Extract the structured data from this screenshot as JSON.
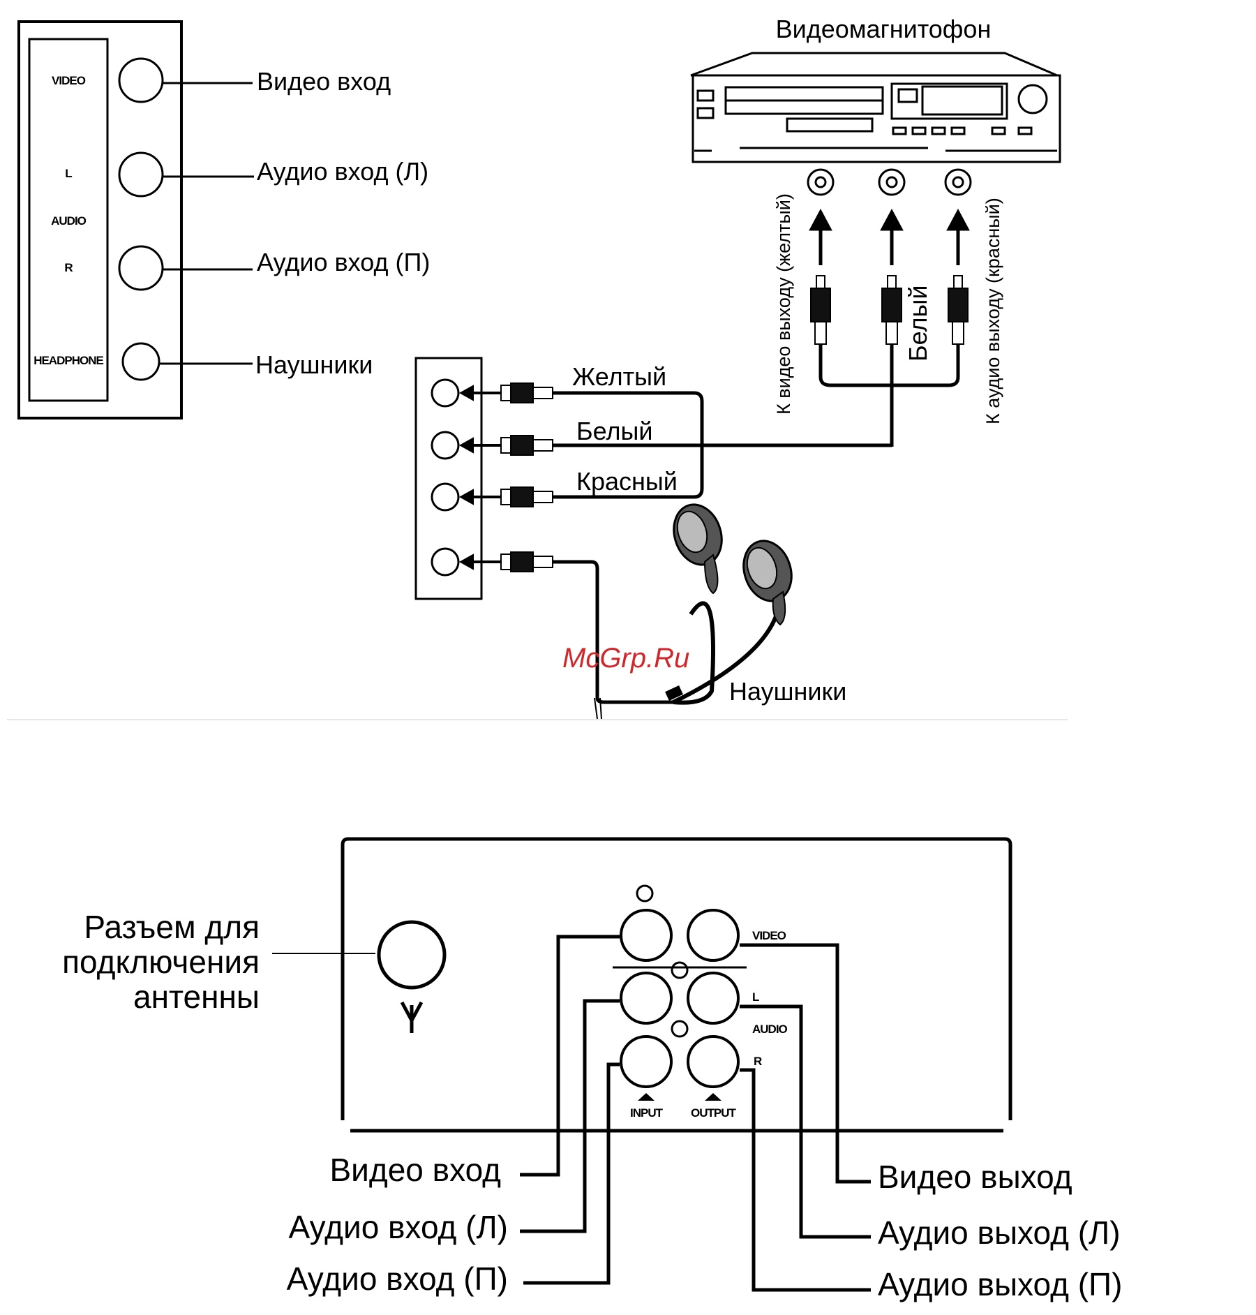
{
  "side_panel": {
    "jack_labels": {
      "video": "VIDEO",
      "l": "L",
      "audio": "AUDIO",
      "r": "R",
      "headphone": "HEADPHONE"
    },
    "callouts": {
      "video_in": "Видео вход",
      "audio_in_l": "Аудио вход (Л)",
      "audio_in_r": "Аудио вход (П)",
      "headphones": "Наушники"
    }
  },
  "vcr": {
    "title": "Видеомагнитофон",
    "to_video_out": "К видео выходу (желтый)",
    "white": "Белый",
    "to_audio_out": "К аудио выходу (красный)"
  },
  "cables": {
    "yellow": "Желтый",
    "white": "Белый",
    "red": "Красный"
  },
  "headphones_label": "Наушники",
  "watermark": "McGrp.Ru",
  "rear_panel": {
    "antenna": [
      "Разъем для",
      "подключения",
      "антенны"
    ],
    "jack_labels": {
      "video": "VIDEO",
      "l": "L",
      "audio": "AUDIO",
      "r": "R",
      "input": "INPUT",
      "output": "OUTPUT"
    },
    "left_callouts": {
      "video_in": "Видео вход",
      "audio_in_l": "Аудио вход (Л)",
      "audio_in_r": "Аудио вход (П)"
    },
    "right_callouts": {
      "video_out": "Видео выход",
      "audio_out_l": "Аудио выход (Л)",
      "audio_out_r": "Аудио выход (П)"
    }
  }
}
